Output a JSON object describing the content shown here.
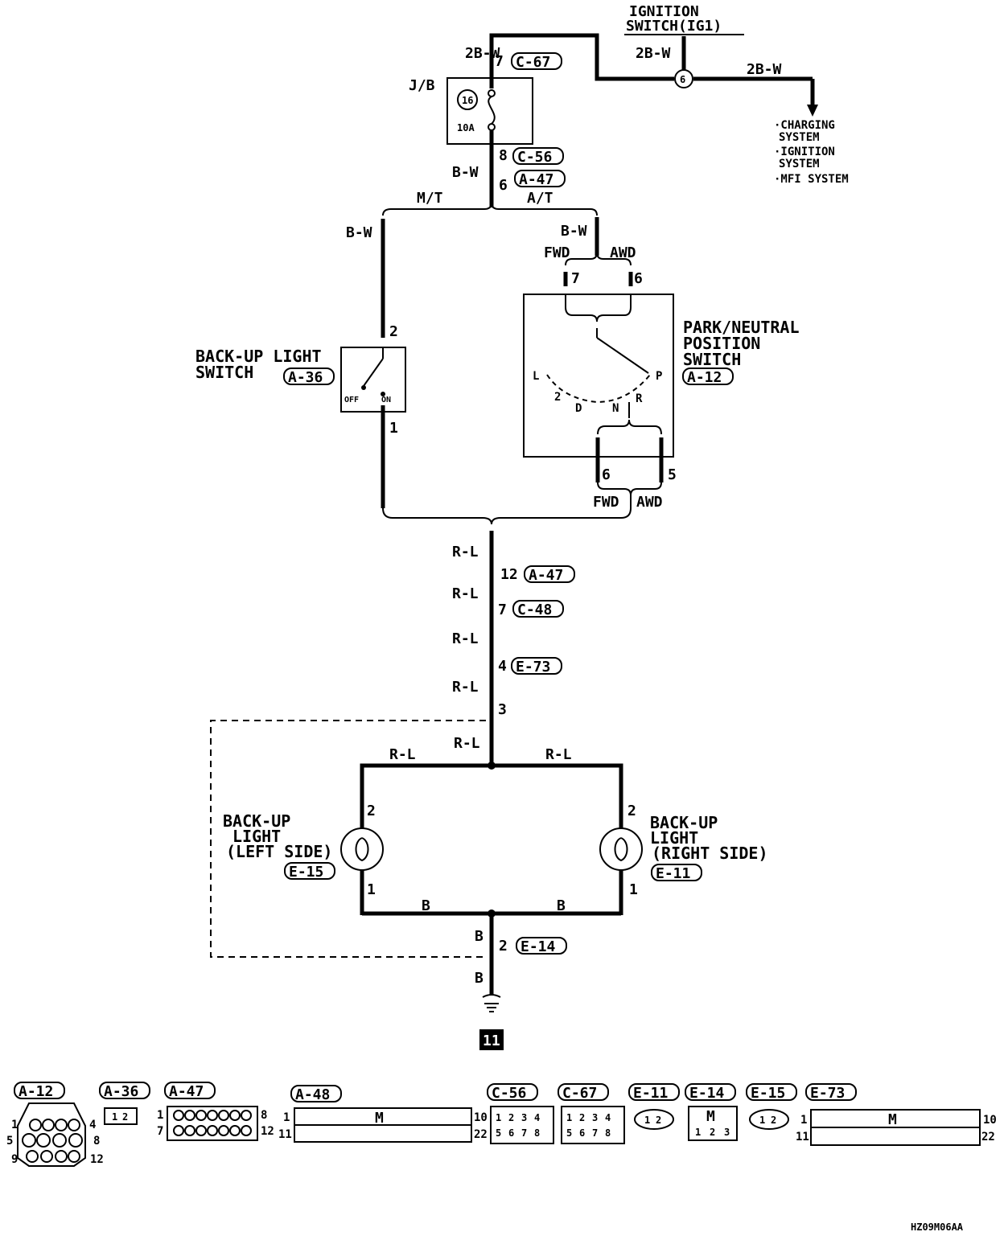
{
  "ignition": {
    "title_line1": "IGNITION",
    "title_line2": "SWITCH(IG1)",
    "wire_left": "2B-W",
    "wire_switch": "2B-W",
    "wire_right": "2B-W",
    "junction": "6",
    "destinations": [
      "·CHARGING",
      "SYSTEM",
      "·IGNITION",
      "SYSTEM",
      "·MFI SYSTEM"
    ]
  },
  "jb": {
    "label": "J/B",
    "fuse_number": "16",
    "fuse_rating": "10A",
    "pin_top": "7",
    "conn_top": "C-67",
    "pin_bottom": "8",
    "conn_bottom": "C-56",
    "wire_below": "B-W",
    "pin_a47": "6",
    "conn_a47": "A-47"
  },
  "split": {
    "left": "M/T",
    "right": "A/T"
  },
  "mt_branch": {
    "wire": "B-W",
    "switch_name_line1": "BACK-UP LIGHT",
    "switch_name_line2": "SWITCH",
    "connector": "A-36",
    "pin_top": "2",
    "pin_bottom": "1",
    "pos_off": "OFF",
    "pos_on": "ON"
  },
  "at_branch": {
    "wire": "B-W",
    "fwd": "FWD",
    "awd": "AWD",
    "pin_fwd_in": "7",
    "pin_awd_in": "6",
    "name_line1": "PARK/NEUTRAL",
    "name_line2": "POSITION",
    "name_line3": "SWITCH",
    "connector": "A-12",
    "positions": [
      "L",
      "2",
      "D",
      "N",
      "R",
      "P"
    ],
    "pin_fwd_out": "6",
    "pin_awd_out": "5",
    "bottom_fwd": "FWD",
    "bottom_awd": "AWD"
  },
  "main_line": {
    "segments": [
      {
        "wire": "R-L",
        "pin": "12",
        "connector": "A-47"
      },
      {
        "wire": "R-L",
        "pin": "7",
        "connector": "C-48"
      },
      {
        "wire": "R-L",
        "pin": "4",
        "connector": "E-73"
      },
      {
        "wire": "R-L",
        "pin": "3",
        "connector": ""
      }
    ],
    "wire_after_3": "R-L",
    "wire_left_branch": "R-L",
    "wire_right_branch": "R-L"
  },
  "lights": {
    "left": {
      "line1": "BACK-UP",
      "line2": "LIGHT",
      "line3": "(LEFT SIDE)",
      "connector": "E-15",
      "pin_top": "2",
      "pin_bottom": "1"
    },
    "right": {
      "line1": "BACK-UP",
      "line2": "LIGHT",
      "line3": "(RIGHT SIDE)",
      "connector": "E-11",
      "pin_top": "2",
      "pin_bottom": "1"
    }
  },
  "ground": {
    "wire_left": "B",
    "wire_right": "B",
    "wire_down": "B",
    "pin": "2",
    "connector": "E-14",
    "wire_below": "B",
    "ground_point": "11"
  },
  "connectors_legend": [
    {
      "id": "A-12",
      "pins": [
        "1",
        "4",
        "5",
        "8",
        "9",
        "12"
      ]
    },
    {
      "id": "A-36",
      "pins": [
        "1",
        "2"
      ]
    },
    {
      "id": "A-47",
      "pins": [
        "1",
        "8",
        "7",
        "12"
      ]
    },
    {
      "id": "A-48",
      "pins": [
        "1",
        "10",
        "11",
        "22"
      ],
      "mark": "M"
    },
    {
      "id": "C-56",
      "pins": [
        "1",
        "2",
        "3",
        "4",
        "5",
        "6",
        "7",
        "8"
      ]
    },
    {
      "id": "C-67",
      "pins": [
        "1",
        "2",
        "3",
        "4",
        "5",
        "6",
        "7",
        "8"
      ]
    },
    {
      "id": "E-11",
      "pins": [
        "1",
        "2"
      ]
    },
    {
      "id": "E-14",
      "pins": [
        "1",
        "2",
        "3"
      ],
      "mark": "M"
    },
    {
      "id": "E-15",
      "pins": [
        "1",
        "2"
      ]
    },
    {
      "id": "E-73",
      "pins": [
        "1",
        "10",
        "11",
        "22"
      ],
      "mark": "M"
    }
  ],
  "footer_code": "HZ09M06AA"
}
